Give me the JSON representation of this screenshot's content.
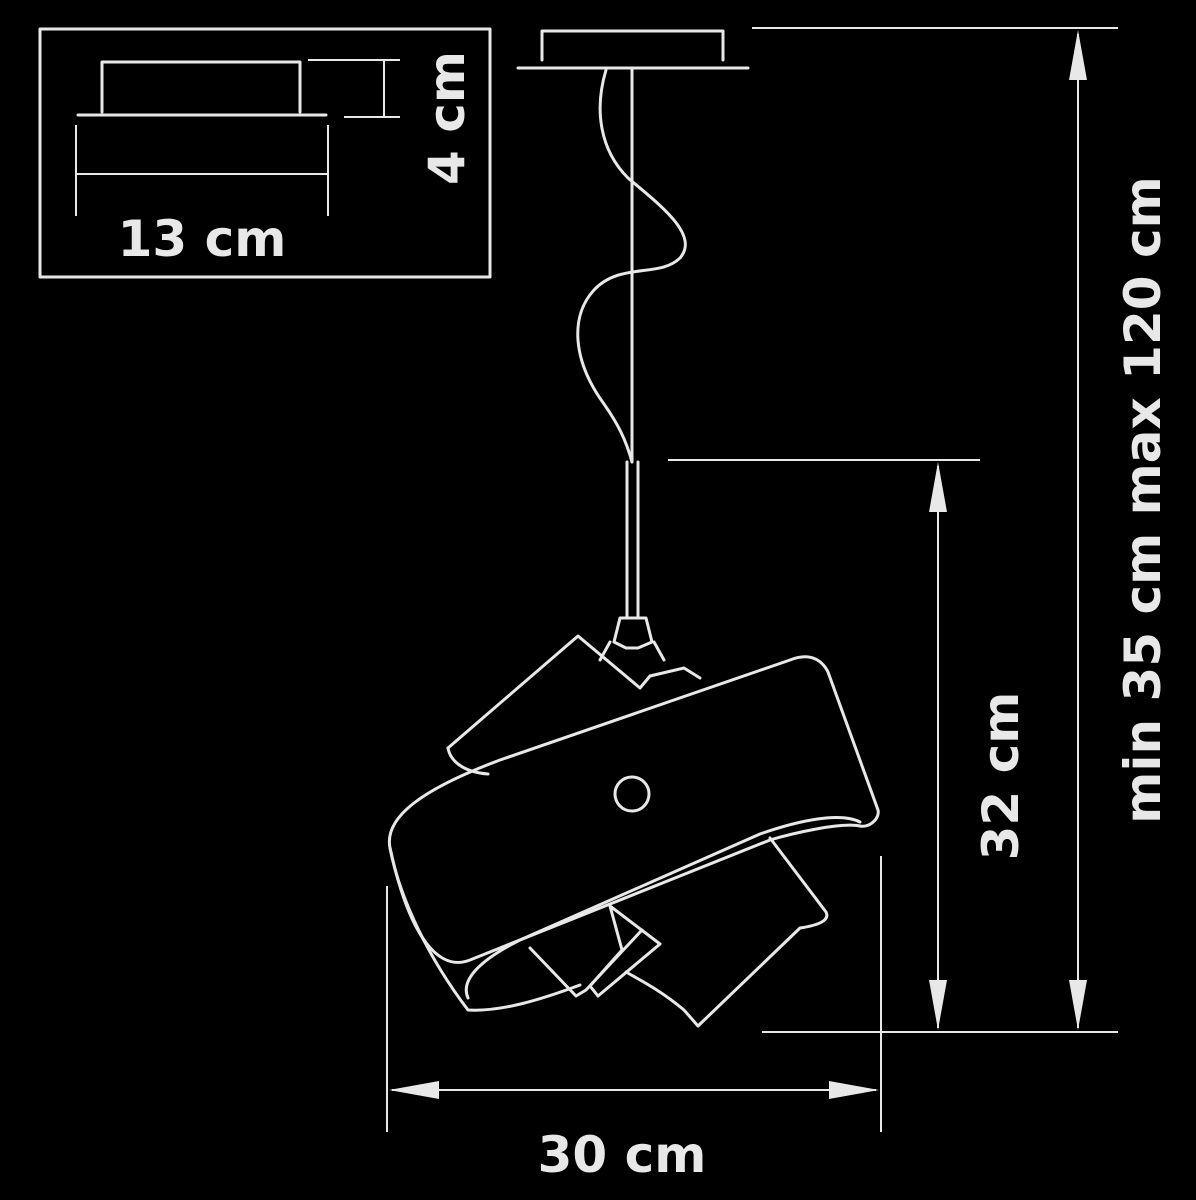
{
  "dimensions": {
    "canopy_height": "4 cm",
    "canopy_width": "13 cm",
    "shade_width": "30 cm",
    "shade_height": "32 cm",
    "total_height": "min 35 cm max 120 cm"
  }
}
